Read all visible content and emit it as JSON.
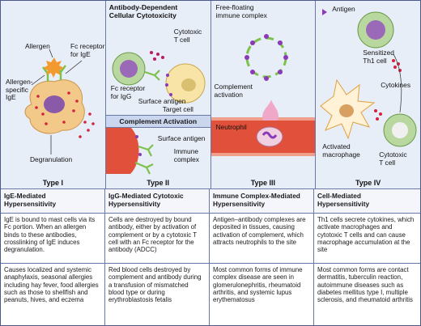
{
  "panels": {
    "type1": {
      "labels": {
        "allergen": "Allergen",
        "fc_receptor": "Fc receptor\nfor IgE",
        "allergen_specific": "Allergen-\nspecific\nIgE",
        "degranulation": "Degranulation"
      },
      "type_label": "Type I"
    },
    "type2": {
      "title": "Antibody-Dependent\nCellular Cytotoxicity",
      "labels": {
        "cytotoxic": "Cytotoxic\nT cell",
        "fc_receptor_igg": "Fc receptor\nfor IgG",
        "surface_antigen_top": "Surface antigen",
        "target_cell": "Target cell",
        "complement_activation": "Complement Activation",
        "surface_antigen": "Surface antigen",
        "immune_complex": "Immune\ncomplex"
      },
      "type_label": "Type II"
    },
    "type3": {
      "labels": {
        "free_floating": "Free-floating\nimmune complex",
        "complement_activation": "Complement\nactivation",
        "neutrophil": "Neutrophil"
      },
      "type_label": "Type III"
    },
    "type4": {
      "labels": {
        "antigen": "Antigen",
        "sensitized": "Sensitized\nTh1 cell",
        "cytokines": "Cytokines",
        "activated_macrophage": "Activated\nmacrophage",
        "cytotoxic_t": "Cytotoxic\nT cell"
      },
      "type_label": "Type IV"
    }
  },
  "table": {
    "headers": [
      "IgE-Mediated\nHypersensitivity",
      "IgG-Mediated Cytotoxic\nHypersensitivity",
      "Immune Complex-Mediated\nHypersensitivity",
      "Cell-Mediated\nHypersensitivity"
    ],
    "mechanisms": [
      "IgE is bound to mast cells via its Fc portion. When an allergen binds to these antibodies, crosslinking of IgE induces degranulation.",
      "Cells are destroyed by bound antibody, either by activation of complement or by a cytotoxic T cell with an Fc receptor for the antibody (ADCC)",
      "Antigen–antibody complexes are deposited in tissues, causing activation of complement, which attracts neutrophils to the site",
      "Th1 cells secrete cytokines, which activate macrophages and cytotoxic T cells and can cause macrophage accumulation at the site"
    ],
    "examples": [
      "Causes localized and systemic anaphylaxis, seasonal allergies including hay fever, food allergies such as those to shellfish and peanuts, hives, and eczema",
      "Red blood cells destroyed by complement and antibody during a transfusion of mismatched blood type or during erythroblastosis fetalis",
      "Most common forms of immune complex disease are seen in glomerulonephritis, rheumatoid arthritis, and systemic lupus erythematosus",
      "Most common forms are contact dermatitis, tuberculin reaction, autoimmune diseases such as diabetes mellitus type I, multiple sclerosis, and rheumatoid arthritis"
    ]
  },
  "colors": {
    "panel_bg": "#e8eef8",
    "mast_cell": "#f3c98a",
    "nucleus": "#8a5aa8",
    "vessel": "#e0503a",
    "antibody_green": "#7cc24a",
    "granule": "#d2233f"
  }
}
